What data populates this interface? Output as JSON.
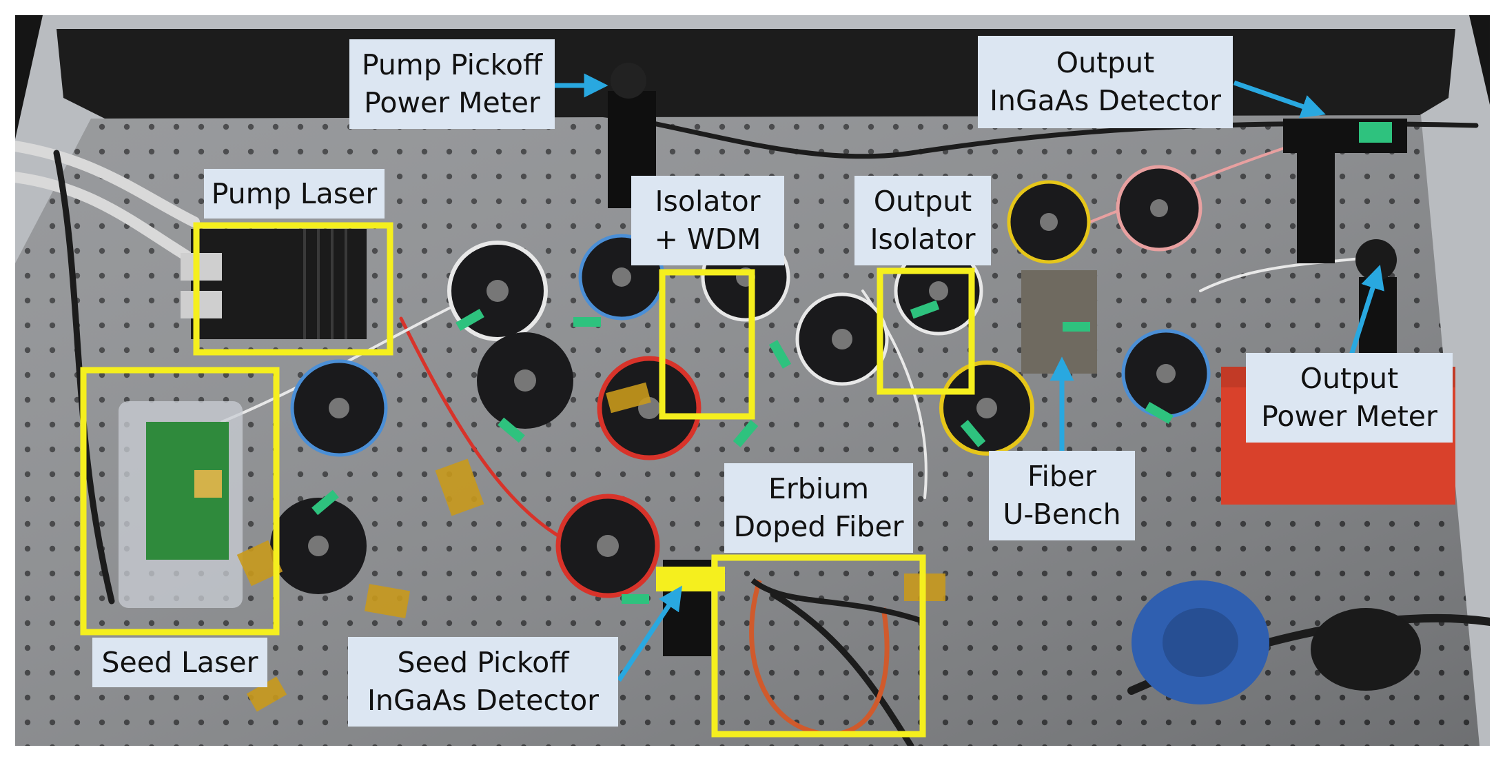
{
  "figure": {
    "labels": {
      "pump_pickoff": [
        "Pump Pickoff",
        "Power Meter"
      ],
      "output_detector": [
        "Output",
        "InGaAs Detector"
      ],
      "pump_laser": [
        "Pump Laser"
      ],
      "isolator_wdm": [
        "Isolator",
        "+ WDM"
      ],
      "output_isolator": [
        "Output",
        "Isolator"
      ],
      "output_power_meter": [
        "Output",
        "Power Meter"
      ],
      "fiber_ubench": [
        "Fiber",
        "U-Bench"
      ],
      "erbium_fiber": [
        "Erbium",
        "Doped Fiber"
      ],
      "seed_laser": [
        "Seed Laser"
      ],
      "seed_pickoff": [
        "Seed Pickoff",
        "InGaAs Detector"
      ]
    },
    "colors": {
      "highlight_box": "#f5ef1e",
      "arrow": "#29a8e0",
      "label_background": "#dce6f2",
      "table": "#8d8f92",
      "table_holes": "#3a3b3d",
      "enclosure_frame": "#b9bcc0",
      "background_wall": "#151515",
      "fiber_spool": "#1a1a1c",
      "pcb": "#2f8a3c",
      "kapton_tape": "#c99a1c",
      "fiber_tag": "#2ec27e",
      "fiber_red": "#d8332a",
      "fiber_blue": "#4b8fd6",
      "fiber_yellow": "#e6c619",
      "box_red": "#d9412b",
      "reel_blue": "#2f5fb0"
    }
  }
}
